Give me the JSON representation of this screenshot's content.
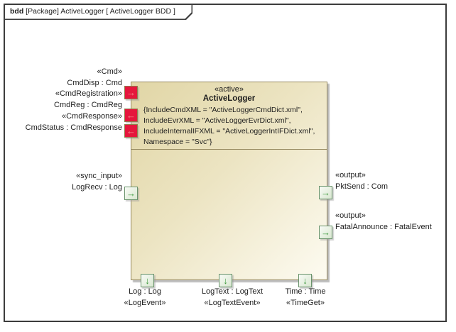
{
  "frame": {
    "kind": "bdd",
    "title": "[Package] ActiveLogger [ ActiveLogger BDD ]"
  },
  "block": {
    "stereotype": "«active»",
    "name": "ActiveLogger",
    "properties": [
      "{IncludeCmdXML = \"ActiveLoggerCmdDict.xml\",",
      "IncludeEvrXML = \"ActiveLoggerEvrDict.xml\",",
      "IncludeInternalIFXML = \"ActiveLoggerIntIFDict.xml\",",
      "Namespace = \"Svc\"}"
    ]
  },
  "cmd_port_labels": [
    "«Cmd»",
    "CmdDisp : Cmd",
    "«CmdRegistration»",
    "CmdReg : CmdReg",
    "«CmdResponse»",
    "CmdStatus : CmdResponse"
  ],
  "sync_input": {
    "stereotype": "«sync_input»",
    "name": "LogRecv : Log"
  },
  "pkt_send": {
    "stereotype": "«output»",
    "name": "PktSend : Com"
  },
  "fatal_announce": {
    "stereotype": "«output»",
    "name": "FatalAnnounce : FatalEvent"
  },
  "bottom_labels": [
    {
      "name": "Log : Log",
      "stereotype": "«LogEvent»"
    },
    {
      "name": "LogText : LogText",
      "stereotype": "«LogTextEvent»"
    },
    {
      "name": "Time : Time",
      "stereotype": "«TimeGet»"
    }
  ],
  "icons": {
    "arrow_right": "→",
    "arrow_left": "←",
    "arrow_down": "↓"
  },
  "colors": {
    "frame_border": "#3c3c3c",
    "text_color": "#1e1e1e",
    "block_border": "#94875d",
    "block_fill_start": "#e1d6a6",
    "block_fill_end": "#fdfbf1",
    "shadow_color": "#bdbdbd",
    "red_port_fill": "#e5163c",
    "red_port_border": "#8f7f4e",
    "red_port_arrow": "#f49090",
    "green_port_border": "#69936b",
    "green_port_fill_start": "#f8fbf6",
    "green_port_fill_end": "#d8e7d0",
    "green_port_arrow": "#3f9b3f"
  }
}
